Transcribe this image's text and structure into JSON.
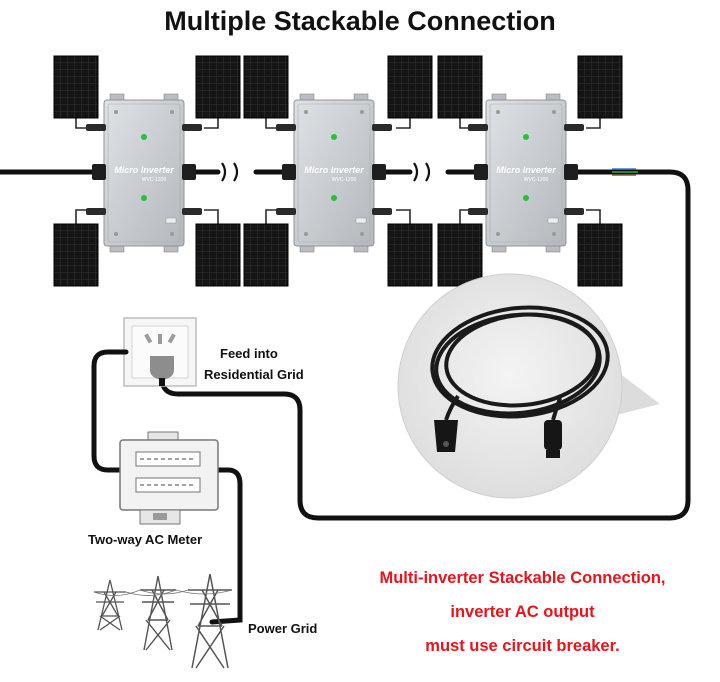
{
  "title": "Multiple Stackable Connection",
  "inverter": {
    "label": "Micro Inverter",
    "model": "WVC-1200"
  },
  "labels": {
    "feed_line1": "Feed into",
    "feed_line2": "Residential Grid",
    "meter": "Two-way AC Meter",
    "power_grid": "Power Grid"
  },
  "note": {
    "line1": "Multi-inverter Stackable Connection,",
    "line2": "inverter AC output",
    "line3": "must use circuit breaker.",
    "color": "#e8141b"
  },
  "colors": {
    "panel": "#151515",
    "inverter_body": "#c9cdd1",
    "cable": "#111111",
    "led": "#26c13a"
  }
}
